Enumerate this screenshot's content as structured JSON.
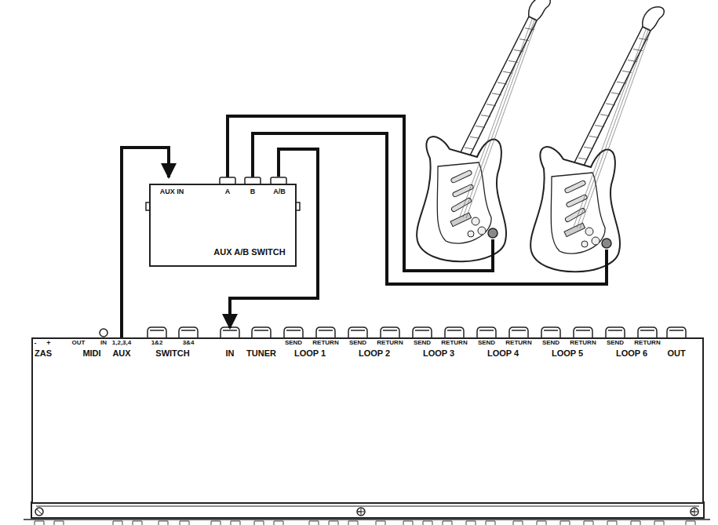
{
  "diagram": {
    "nodes": [
      {
        "text": [
          "-",
          "+",
          "ZAS",
          "OUT",
          "IN",
          "MIDI",
          "1,2,3,4",
          "AUX",
          "1&2",
          "3&4",
          "SWITCH",
          "IN",
          "TUNER",
          "SEND",
          "RETURN",
          "LOOP 1",
          "SEND",
          "RETURN",
          "LOOP 2",
          "SEND",
          "RETURN",
          "LOOP 3",
          "SEND",
          "RETURN",
          "LOOP 4",
          "SEND",
          "RETURN",
          "LOOP 5",
          "SEND",
          "RETURN",
          "LOOP 6",
          "OUT"
        ]
      },
      {
        "text": [
          "AUX IN",
          "A",
          "B",
          "A/B",
          "AUX A/B SWITCH"
        ]
      }
    ],
    "edges": [
      {
        "from": 0,
        "to": 1,
        "arrow": "to"
      },
      {
        "from": 1,
        "to": 0,
        "arrow": "to"
      }
    ]
  }
}
